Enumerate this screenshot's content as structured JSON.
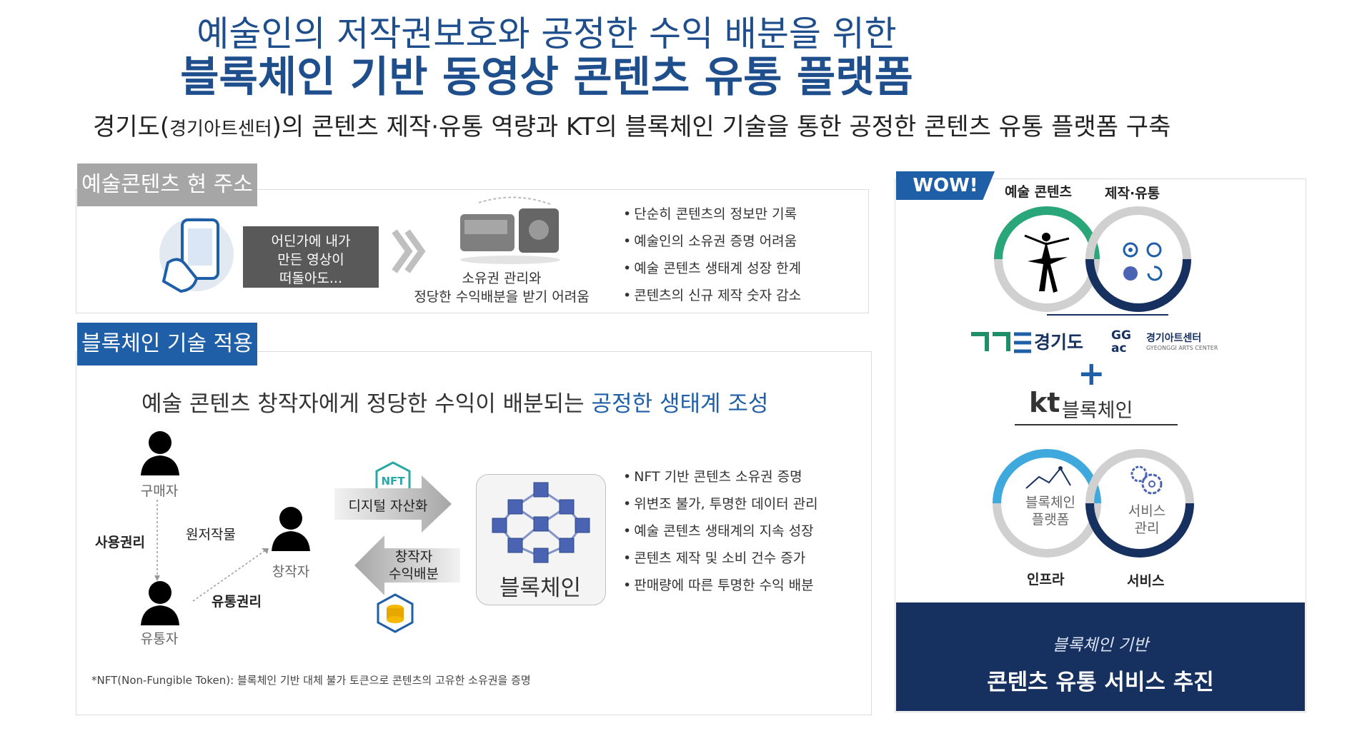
{
  "header": {
    "title_line1": "예술인의 저작권보호와 공정한 수익 배분을 위한",
    "title_line2": "블록체인 기반 동영상 콘텐츠 유통 플랫폼",
    "subtitle_a": "경기도(",
    "subtitle_small": "경기아트센터",
    "subtitle_b": ")의 콘텐츠 제작·유통 역량과 KT의 블록체인 기술을 통한 공정한 콘텐츠 유통 플랫폼 구축"
  },
  "current": {
    "tab": "예술콘텐츠 현 주소",
    "box_lines": [
      "어딘가에 내가",
      "만든 영상이",
      "떠돌아도..."
    ],
    "caption_lines": [
      "소유권 관리와",
      "정당한 수익배분을 받기 어려움"
    ],
    "bullets": [
      "단순히 콘텐츠의 정보만 기록",
      "예술인의 소유권 증명 어려움",
      "예술 콘텐츠 생태계 성장 한계",
      "콘텐츠의 신규 제작 숫자 감소"
    ]
  },
  "blockchain": {
    "tab": "블록체인 기술 적용",
    "slogan_a": "예술 콘텐츠 창작자에게 정당한 수익이 배분되는 ",
    "slogan_b": "공정한 생태계 조성",
    "buyer": "구매자",
    "creator": "창작자",
    "distributor": "유통자",
    "usage_rights": "사용권리",
    "distribution_rights": "유통권리",
    "original_work": "원저작물",
    "nft_badge": "NFT",
    "digital_assets": "디지털 자산화",
    "revenue_lines": [
      "창작자",
      "수익배분"
    ],
    "chain_label": "블록체인",
    "bullets": [
      "NFT 기반 콘텐츠 소유권 증명",
      "위변조 불가, 투명한 데이터 관리",
      "예술 콘텐츠 생태계의 지속 성장",
      "콘텐츠 제작 및 소비 건수 증가",
      "판매량에 따른 투명한 수익 배분"
    ],
    "footnote": "*NFT(Non-Fungible Token): 블록체인 기반 대체 불가 토큰으로 콘텐츠의 고유한 소유권을 증명"
  },
  "wow": {
    "badge": "WOW!",
    "label_art": "예술 콘텐츠",
    "label_prod": "제작·유통",
    "gg_logo": "경기도",
    "ggac_logo": "GG ac",
    "ggac_name": "경기아트센터",
    "ggac_en": "GYEONGGI ARTS CENTER",
    "plus": "+",
    "kt": "kt",
    "kt_text": "블록체인",
    "platform_lines": [
      "블록체인",
      "플랫폼"
    ],
    "service_lines": [
      "서비스",
      "관리"
    ],
    "infra": "인프라",
    "service": "서비스",
    "band_line1": "블록체인 기반",
    "band_line2": "콘텐츠 유통 서비스 추진"
  },
  "colors": {
    "title_blue": "#1f4e8c",
    "tab_blue": "#1f5fa8",
    "navy": "#16305f",
    "teal": "#2aa77a",
    "sky": "#3fa9dd"
  }
}
